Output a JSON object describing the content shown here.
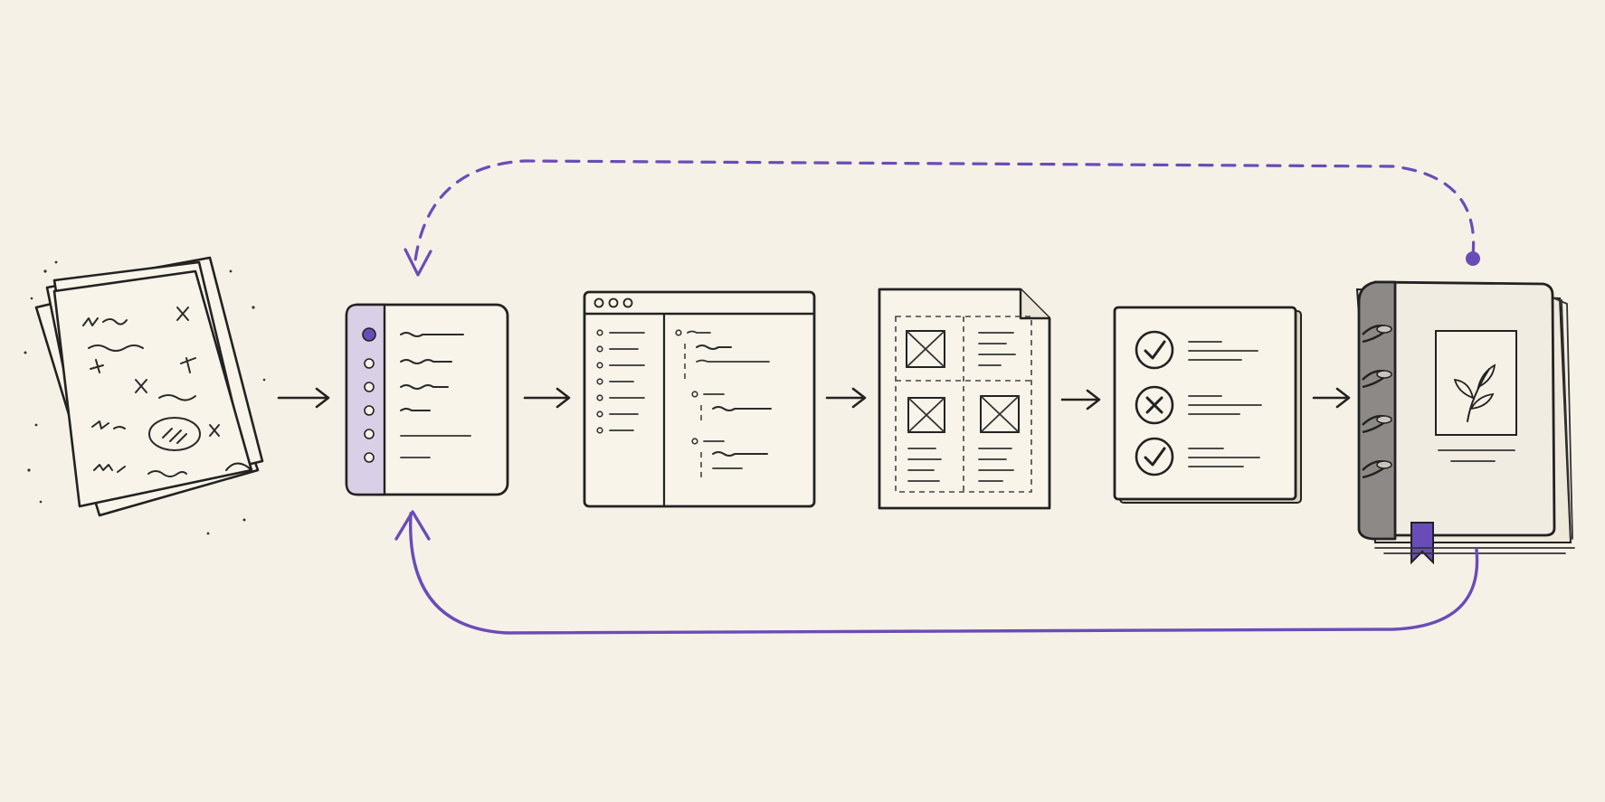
{
  "diagram": {
    "stages": [
      {
        "id": "messy-notes",
        "icon": "messy-notes-stack-icon"
      },
      {
        "id": "outline",
        "icon": "outline-sidebar-panel-icon"
      },
      {
        "id": "structured-doc",
        "icon": "tree-structure-window-icon"
      },
      {
        "id": "page-layout",
        "icon": "layout-wireframe-page-icon"
      },
      {
        "id": "review",
        "icon": "review-checklist-icon"
      },
      {
        "id": "bound-book",
        "icon": "bound-book-icon"
      }
    ],
    "loops": [
      {
        "id": "feedback-loop-dashed",
        "from": "bound-book",
        "to": "outline",
        "style": "dashed"
      },
      {
        "id": "feedback-loop-solid",
        "from": "bound-book",
        "to": "outline",
        "style": "solid"
      }
    ],
    "colors": {
      "background": "#f6f1e6",
      "ink": "#222222",
      "accent": "#6a4cb8",
      "accent_light": "#d9cfe6",
      "book_spine": "#8d8986"
    },
    "review_items": [
      "check",
      "cross",
      "check"
    ]
  }
}
